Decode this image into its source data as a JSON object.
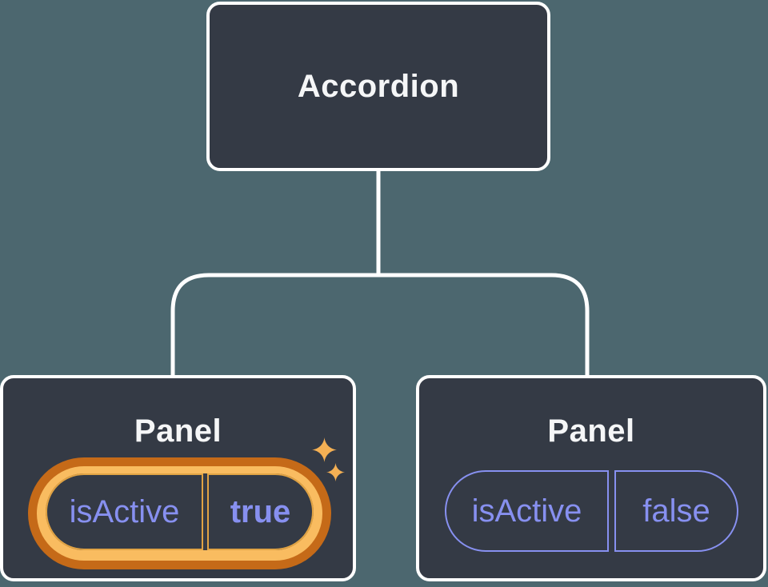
{
  "diagram": {
    "root": {
      "label": "Accordion"
    },
    "children": [
      {
        "label": "Panel",
        "state": {
          "key": "isActive",
          "value": "true",
          "highlighted": true
        }
      },
      {
        "label": "Panel",
        "state": {
          "key": "isActive",
          "value": "false",
          "highlighted": false
        }
      }
    ]
  },
  "icons": {
    "highlight_sparkles": [
      "sparkle-large-icon",
      "sparkle-small-icon"
    ]
  },
  "colors": {
    "background": "#4C676F",
    "node_fill": "#343A45",
    "node_border": "#FFFFFF",
    "connector": "#FFFFFF",
    "node_label": "#F5F6F7",
    "state_text": "#8790F0",
    "state_stroke": "#8790F0",
    "highlight_stroke": "#E0A344",
    "ring_light": "#F9BC60",
    "ring_dark": "#C56A18",
    "sparkle": "#F4B054"
  }
}
